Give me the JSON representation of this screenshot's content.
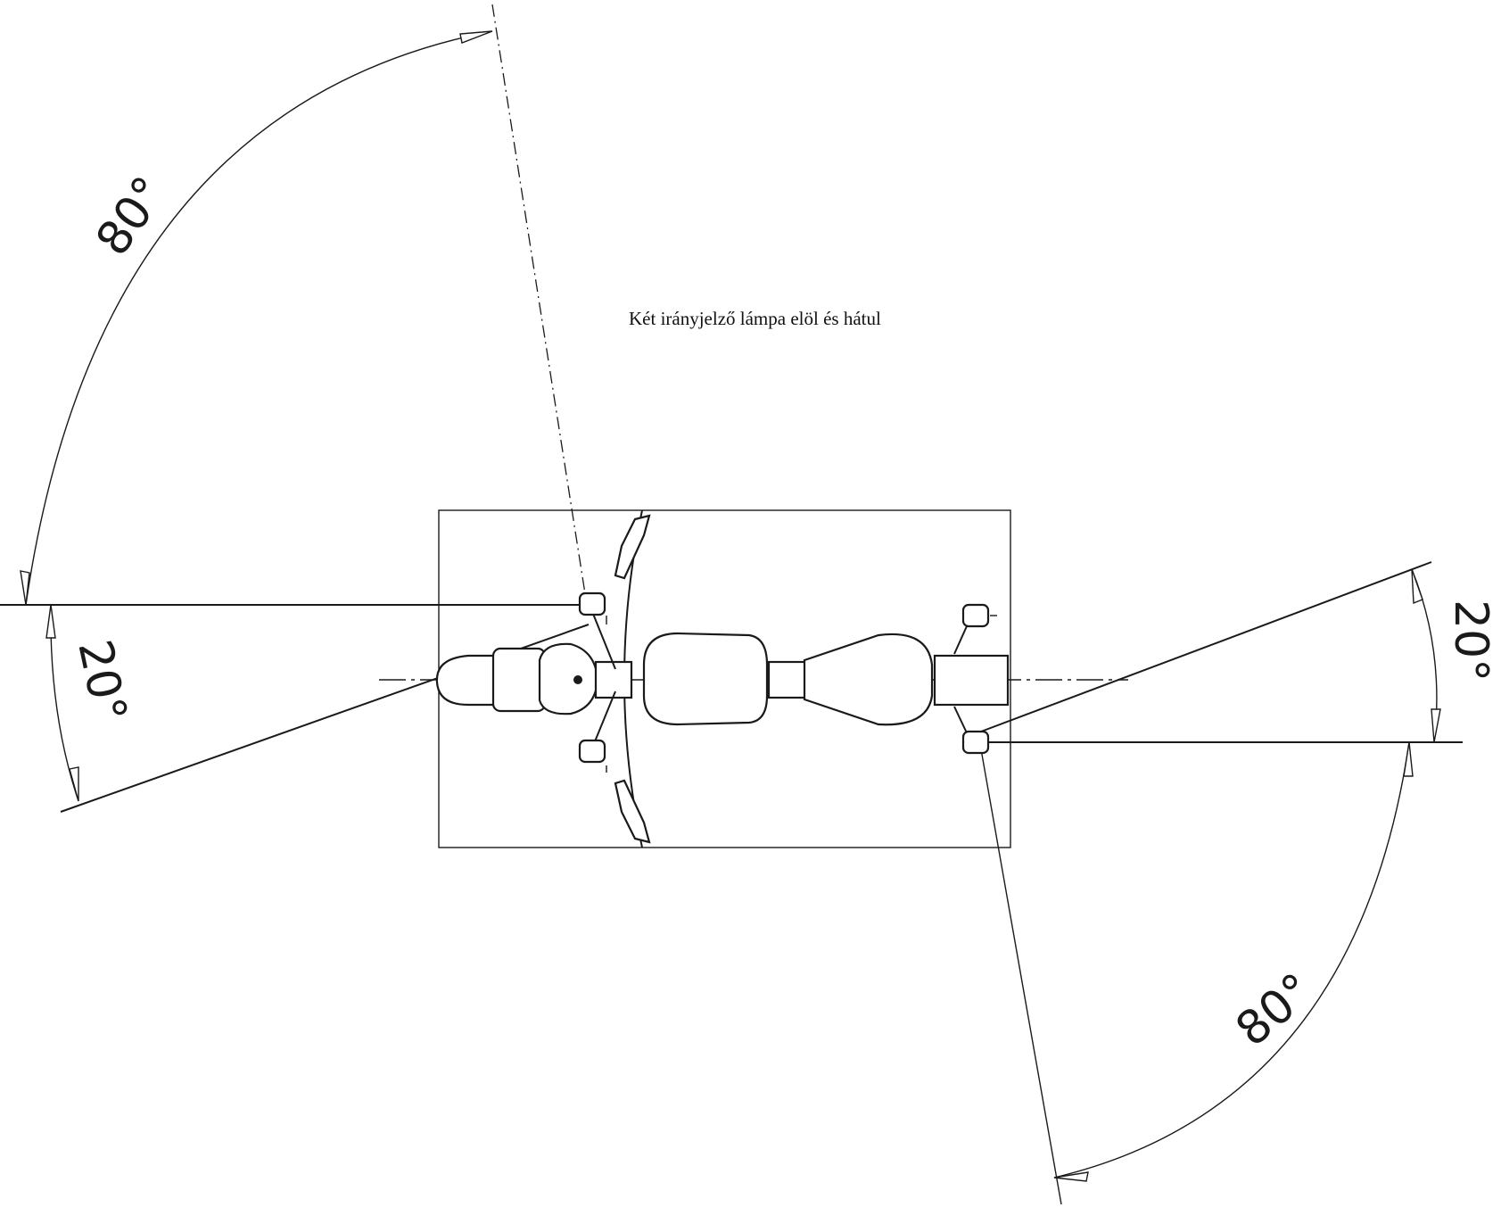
{
  "caption": "Két irányjelző lámpa elöl és hátul",
  "angles": {
    "front_upper": "80°",
    "front_lower": "20°",
    "rear_upper": "20°",
    "rear_lower": "80°"
  }
}
